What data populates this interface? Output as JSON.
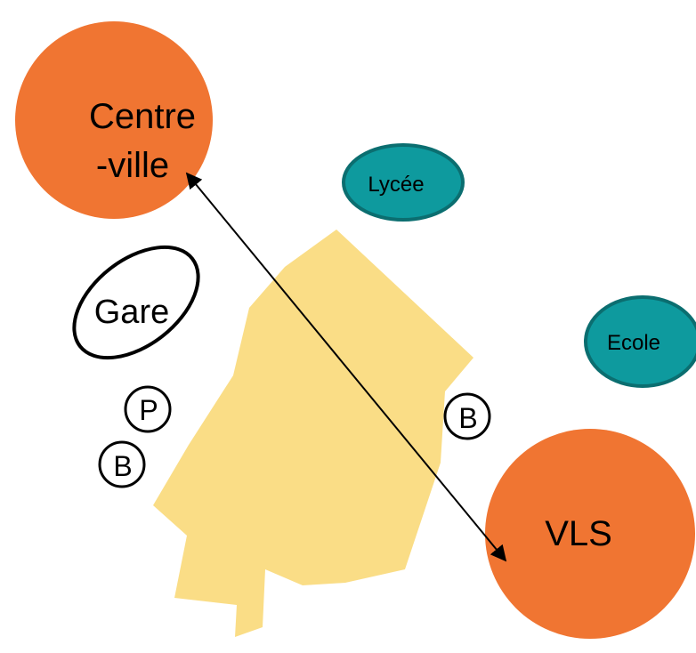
{
  "diagram": {
    "nodes": {
      "centre_ville": {
        "line1": "Centre",
        "line2": "-ville"
      },
      "lycee": {
        "label": "Lycée"
      },
      "gare": {
        "label": "Gare"
      },
      "ecole": {
        "label": "Ecole"
      },
      "parking": {
        "label": "P"
      },
      "bus_left": {
        "label": "B"
      },
      "bus_right": {
        "label": "B"
      },
      "vls": {
        "label": "VLS"
      }
    },
    "colors": {
      "orange": "#F07532",
      "teal": "#0E9A9E",
      "teal_stroke": "#0B6E70",
      "zone": "#FADD86",
      "line": "#000000"
    },
    "arrow": {
      "from": "centre_ville",
      "to": "vls",
      "direction": "both"
    }
  }
}
